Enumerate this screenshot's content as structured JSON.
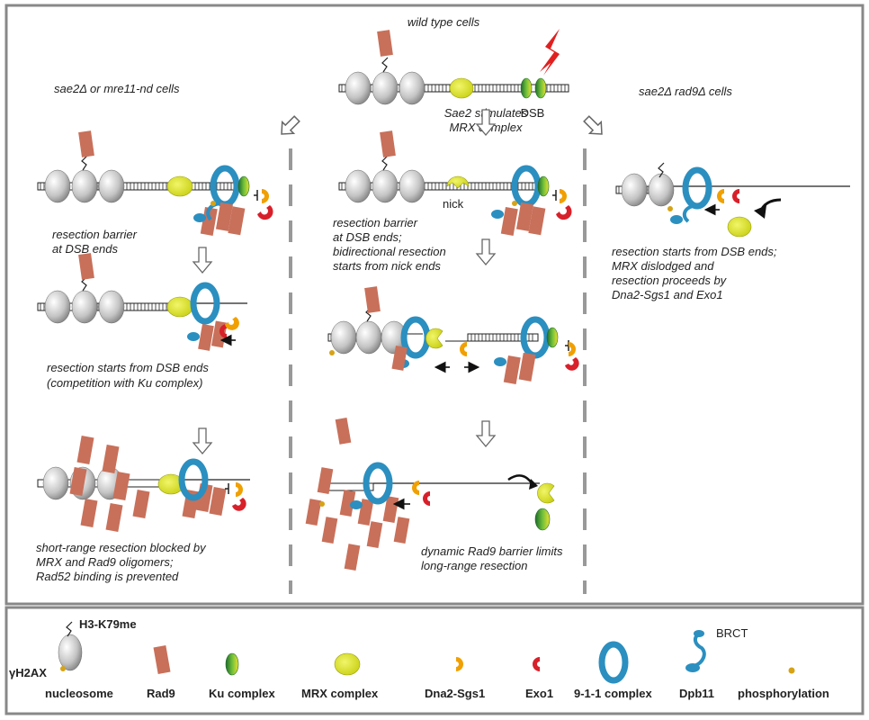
{
  "panels": {
    "wild_type": {
      "title": "wild type cells",
      "step1_label": "DSB",
      "step1_caption": [
        "Sae2 stimulates",
        "MRX complex"
      ],
      "step2_nick": "nick",
      "step2_caption": [
        "resection barrier",
        "at DSB ends;",
        "bidirectional resection",
        "starts from nick ends"
      ],
      "step4_caption": [
        "dynamic Rad9 barrier limits",
        "long-range resection"
      ]
    },
    "left": {
      "title": "sae2Δ or mre11-nd cells",
      "step1_caption": [
        "resection barrier",
        "at DSB ends"
      ],
      "step2_caption": [
        "resection starts from DSB ends",
        "(competition with Ku complex)"
      ],
      "step3_caption": [
        "short-range resection blocked by",
        "MRX and Rad9 oligomers;",
        "Rad52 binding is prevented"
      ]
    },
    "right": {
      "title": "sae2Δ rad9Δ cells",
      "step1_caption": [
        "resection starts from DSB ends;",
        "MRX  dislodged and",
        "resection proceeds by",
        "Dna2-Sgs1 and Exo1"
      ]
    }
  },
  "legend": {
    "h3k79me": "H3-K79me",
    "gh2ax": "γH2AX",
    "brct": "BRCT",
    "items": [
      "nucleosome",
      "Rad9",
      "Ku complex",
      "MRX complex",
      "Dna2-Sgs1",
      "Exo1",
      "9-1-1 complex",
      "Dpb11",
      "phosphorylation"
    ]
  },
  "colors": {
    "rad9": "#c8705a",
    "mrx": "#d9e21e",
    "ring_911": "#2b8fc0",
    "dna2": "#f0a000",
    "exo1": "#d8202a",
    "ku": "#2e8a3a",
    "dsb_arrow": "#e02020",
    "frame": "#888888"
  }
}
